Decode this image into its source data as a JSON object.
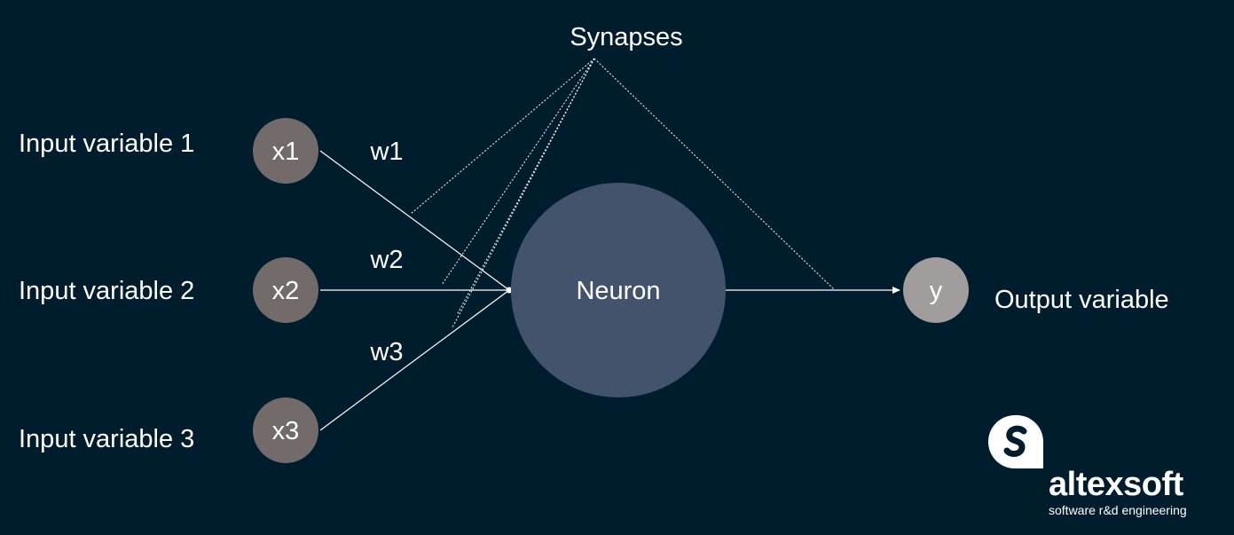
{
  "diagram": {
    "synapses_label": "Synapses",
    "neuron_label": "Neuron",
    "inputs": [
      {
        "label": "Input variable 1",
        "node": "x1",
        "weight": "w1"
      },
      {
        "label": "Input variable 2",
        "node": "x2",
        "weight": "w2"
      },
      {
        "label": "Input variable 3",
        "node": "x3",
        "weight": "w3"
      }
    ],
    "output": {
      "node": "y",
      "label": "Output variable"
    }
  },
  "logo": {
    "wordmark": "altexsoft",
    "tagline": "software r&d engineering",
    "icon": "altexsoft-logo-icon"
  },
  "colors": {
    "background": "#001d2e",
    "neuron": "#43536b",
    "input_node": "#736b69",
    "output_node": "#a19d9c",
    "text": "#ffffff"
  }
}
